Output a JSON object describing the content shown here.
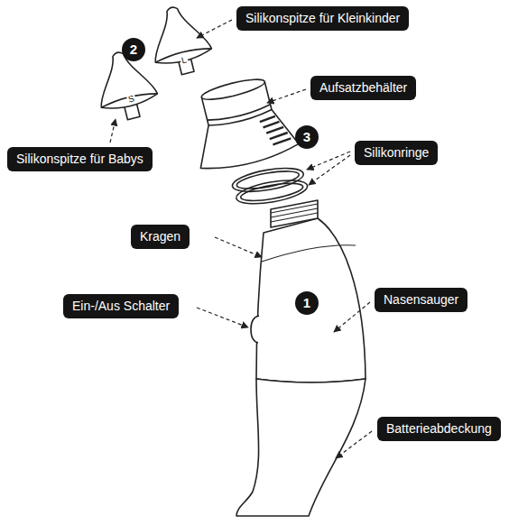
{
  "diagram": {
    "labels": [
      "Silikonspitze für Kleinkinder",
      "2",
      "L",
      "Aufsatzbehälter",
      "S",
      "3",
      "Silikonringe",
      "Silikonspitze für Babys",
      "Kragen",
      "Ein-/Aus Schalter",
      "1",
      "Nasensauger",
      "Batterieabdeckung"
    ]
  }
}
